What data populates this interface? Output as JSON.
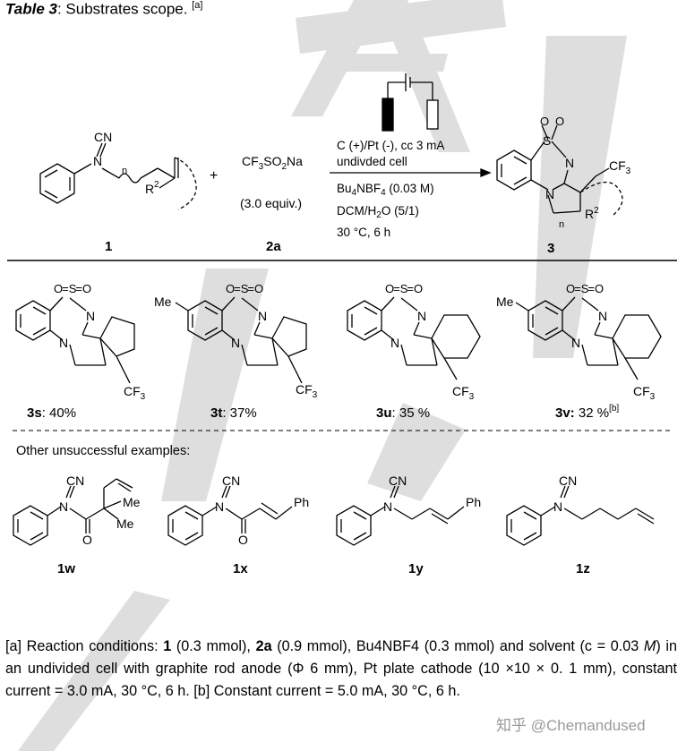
{
  "caption": {
    "label": "Table 3",
    "text": ": Substrates scope. ",
    "note": "[a]"
  },
  "scheme": {
    "reactant1_cn": "CN",
    "reactant1_n": "N",
    "reactant1_label": "1",
    "plus": "+",
    "reagent": "CF3SO2Na",
    "reagent_equiv": "(3.0 equiv.)",
    "reagent_label": "2a",
    "cond_line1": "C (+)/Pt (-), cc 3 mA",
    "cond_line2": "undivded cell",
    "cond_line3": "Bu4NBF4 (0.03 M)",
    "cond_line4": "DCM/H2O (5/1)",
    "cond_line5": "30 °C, 6 h",
    "product_label": "3"
  },
  "products": [
    {
      "id": "3s",
      "yield": ": 40%",
      "note": ""
    },
    {
      "id": "3t",
      "yield": ": 37%",
      "note": ""
    },
    {
      "id": "3u",
      "yield": ": 35 %",
      "note": ""
    },
    {
      "id": "3v:",
      "yield": " 32 %",
      "note": "[b]"
    }
  ],
  "unsuccessful_header": "Other unsuccessful examples:",
  "unsuccessful": [
    {
      "id": "1w",
      "subst": [
        "CN",
        "N",
        "O",
        "Me",
        "Me"
      ]
    },
    {
      "id": "1x",
      "subst": [
        "CN",
        "N",
        "O",
        "Ph"
      ]
    },
    {
      "id": "1y",
      "subst": [
        "CN",
        "N",
        "Ph"
      ]
    },
    {
      "id": "1z",
      "subst": [
        "CN",
        "N"
      ]
    }
  ],
  "footnote": {
    "a_mark": "[a]",
    "a_text1": " Reaction conditions: ",
    "a_r1": "1",
    "a_r1_amt": " (0.3 mmol), ",
    "a_r2": "2a",
    "a_r2_amt": " (0.9 mmol), Bu4NBF4 (0.3 mmol) and solvent (c = 0.03 ",
    "a_unit": "M",
    "a_rest": ") in an undivided cell with graphite rod anode (Φ 6 mm), Pt plate cathode (10 ×10 × 0. 1 mm), constant current = 3.0 mA, 30 °C, 6 h. ",
    "b_mark": "[b]",
    "b_text": " Constant current = 5.0 mA, 30 °C, 6 h."
  },
  "credit": "知乎 @Chemandused",
  "colors": {
    "watermark": "#dddddd",
    "ink": "#000000",
    "credit": "#9a9a9a"
  }
}
